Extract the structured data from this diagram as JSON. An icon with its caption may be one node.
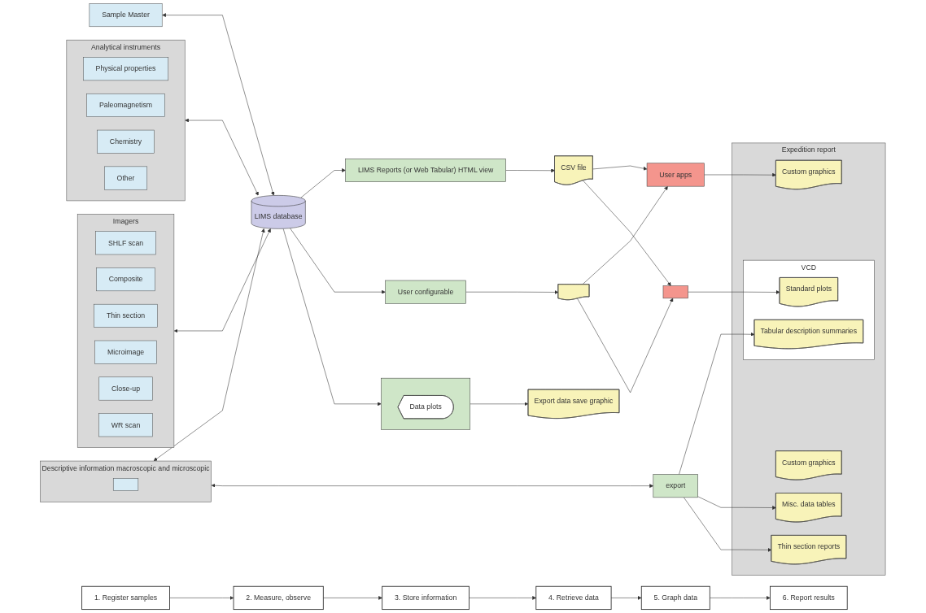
{
  "diagram": {
    "nodes": [
      {
        "text": [
          "1. Register samples"
        ]
      },
      {
        "text": [
          "2. Measure, observe"
        ]
      },
      {
        "text": [
          "3. Store information"
        ]
      },
      {
        "text": [
          "4. Retrieve data"
        ]
      },
      {
        "text": [
          "5. Graph data"
        ]
      },
      {
        "text": [
          "6. Report results"
        ]
      },
      {
        "text": [
          "Sample Master"
        ]
      },
      {
        "text": [
          "LIMS database"
        ]
      },
      {
        "text": [
          "LIMS Reports (or Web Tabular) HTML view"
        ]
      },
      {
        "text": [
          "Analytical instruments"
        ]
      },
      {
        "text": [
          "Physical properties"
        ],
        "in": 9
      },
      {
        "text": [
          "Paleomagnetism"
        ],
        "in": 9
      },
      {
        "text": [
          "Chemistry"
        ],
        "in": 9
      },
      {
        "text": [
          "Other"
        ],
        "in": 9
      },
      {
        "text": [
          "CSV file"
        ]
      },
      {
        "text": [
          "User apps"
        ]
      },
      {
        "text": [
          "Expedition report"
        ]
      },
      {
        "text": [
          "Custom graphics"
        ],
        "in": 16
      },
      {
        "text": [
          "VCD"
        ],
        "in": 16
      },
      {
        "text": [
          "Standard plots"
        ],
        "in": 18
      },
      {
        "text": [
          "Tabular description summaries"
        ],
        "in": 18
      },
      {
        "text": [],
        "shape": "document"
      },
      {
        "text": [],
        "shape": "box"
      },
      {
        "text": [
          "Imagers"
        ]
      },
      {
        "text": [
          "SHLF scan"
        ],
        "in": 23
      },
      {
        "text": [
          "Composite"
        ],
        "in": 23
      },
      {
        "text": [
          "Thin section"
        ],
        "in": 23
      },
      {
        "text": [
          "Microimage"
        ],
        "in": 23
      },
      {
        "text": [
          "Close-up"
        ],
        "in": 23
      },
      {
        "text": [
          "WR scan"
        ],
        "in": 23
      },
      {
        "text": [
          "User configurable"
        ]
      },
      {
        "text": [],
        "shape": "box"
      },
      {
        "text": [
          "Data plots"
        ],
        "in": 31
      },
      {
        "text": [
          "Export data save graphic"
        ]
      },
      {
        "text": [
          "Misc. data tables"
        ],
        "in": 16
      },
      {
        "text": [
          "Custom graphics"
        ],
        "in": 16
      },
      {
        "text": [
          "Thin section reports"
        ],
        "in": 16
      },
      {
        "text": [
          "Descriptive information macroscopic and microscopic"
        ]
      },
      {
        "text": [],
        "shape": "box",
        "in": 37
      },
      {
        "text": [
          "export"
        ]
      }
    ],
    "edges": [
      {
        "from": 0,
        "to": 1,
        "arrow": "to"
      },
      {
        "from": 1,
        "to": 2,
        "arrow": "to"
      },
      {
        "from": 2,
        "to": 3,
        "arrow": "to"
      },
      {
        "from": 3,
        "to": 4,
        "arrow": "to"
      },
      {
        "from": 4,
        "to": 5,
        "arrow": "to"
      },
      {
        "from": 6,
        "to": 7,
        "arrow": "both"
      },
      {
        "from": 7,
        "to": 8,
        "arrow": "to"
      },
      {
        "from": 7,
        "to": 30,
        "arrow": "to"
      },
      {
        "from": 7,
        "to": 31,
        "arrow": "to"
      },
      {
        "from": 9,
        "to": 7,
        "arrow": "both"
      },
      {
        "from": 23,
        "to": 7,
        "arrow": "both"
      },
      {
        "from": 37,
        "to": 7,
        "arrow": "both"
      },
      {
        "from": 37,
        "to": 39,
        "arrow": "both"
      },
      {
        "from": 8,
        "to": 14,
        "arrow": "to"
      },
      {
        "from": 14,
        "to": 15,
        "arrow": "to"
      },
      {
        "from": 14,
        "to": 22,
        "arrow": "to"
      },
      {
        "from": 21,
        "to": 15,
        "arrow": "to"
      },
      {
        "from": 21,
        "to": 22,
        "arrow": "to"
      },
      {
        "from": 30,
        "to": 21,
        "arrow": "to"
      },
      {
        "from": 15,
        "to": 17,
        "arrow": "to"
      },
      {
        "from": 22,
        "to": 19,
        "arrow": "to"
      },
      {
        "from": 31,
        "to": 33,
        "arrow": "to"
      },
      {
        "from": 39,
        "to": 20,
        "arrow": "to"
      },
      {
        "from": 39,
        "to": 34,
        "arrow": "to"
      },
      {
        "from": 39,
        "to": 36,
        "arrow": "to"
      }
    ]
  }
}
